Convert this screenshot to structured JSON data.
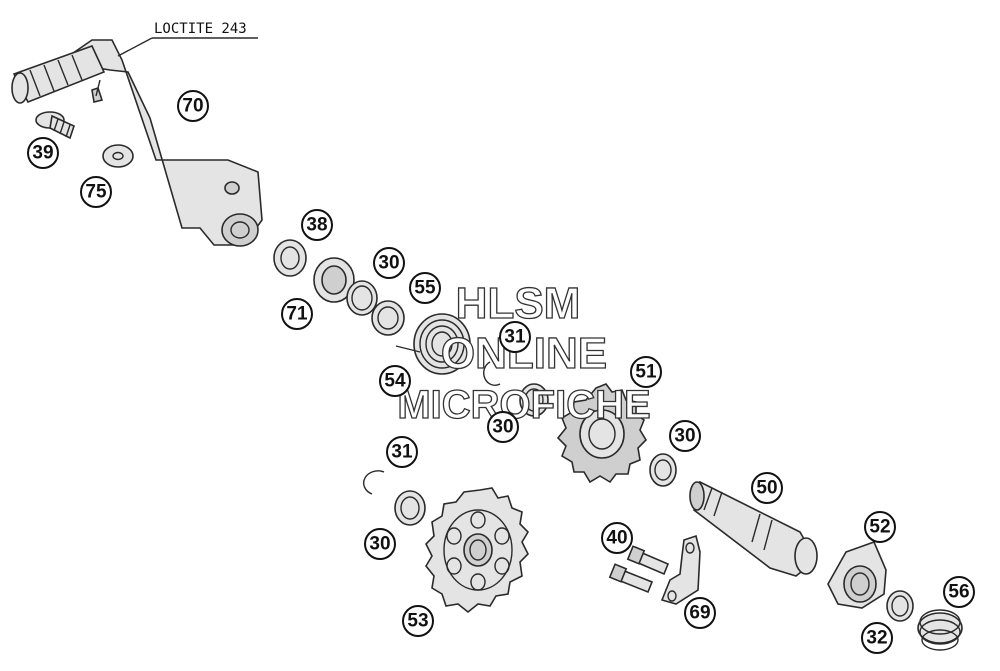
{
  "annotation": {
    "text": "LOCTITE 243"
  },
  "watermark": {
    "line1": "HLSM",
    "line2": "ONLINE",
    "line3": "MICROFICHE"
  },
  "callouts": {
    "p70": "70",
    "p39": "39",
    "p75": "75",
    "p38": "38",
    "p71": "71",
    "p30a": "30",
    "p55": "55",
    "p54": "54",
    "p31a": "31",
    "p51": "51",
    "p30b": "30",
    "p30c": "30",
    "p31b": "31",
    "p30d": "30",
    "p50": "50",
    "p53": "53",
    "p40": "40",
    "p52": "52",
    "p69": "69",
    "p56": "56",
    "p32": "32"
  },
  "colors": {
    "part_fill": "#e4e4e4",
    "outline": "#2a2a2a",
    "callout_border": "#111111"
  }
}
